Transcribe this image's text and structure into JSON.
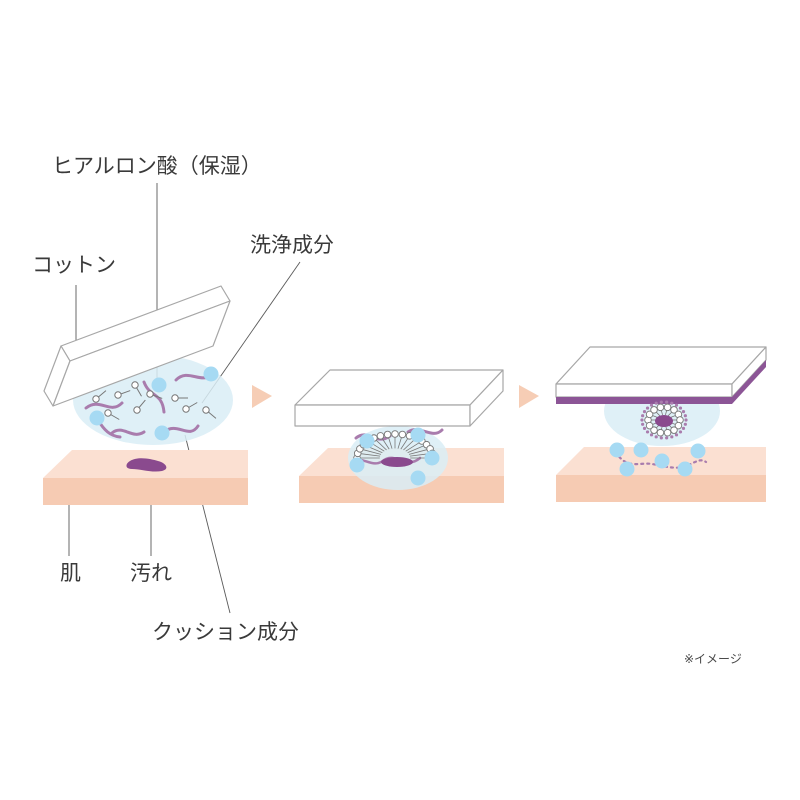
{
  "labels": {
    "hyaluronic_acid": "ヒアルロン酸（保湿）",
    "cotton": "コットン",
    "cleansing": "洗浄成分",
    "skin": "肌",
    "dirt": "汚れ",
    "cushion": "クッション成分"
  },
  "note": "※イメージ",
  "colors": {
    "skin_top": "#fbe0d2",
    "skin_front": "#f6cbb3",
    "cotton_stroke": "#a7a7a7",
    "cushion_gel": "#d9edf6",
    "hyaluronic_dot": "#a6daf3",
    "dirt": "#8a4a8e",
    "fiber": "#a97cad",
    "arrow": "#f6cdb5",
    "cotton_stain": "#8c5596"
  }
}
